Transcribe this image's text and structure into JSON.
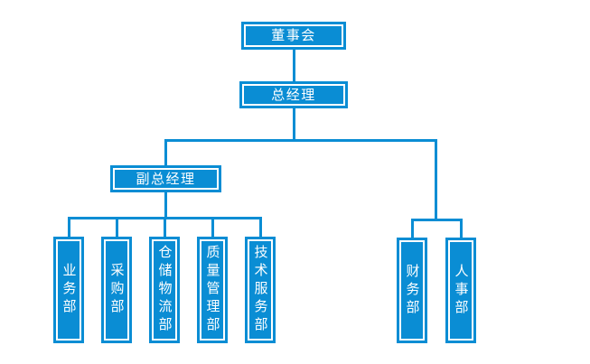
{
  "org": {
    "chart_type": "org-chart",
    "root": {
      "label": "董事会",
      "children": [
        {
          "label": "总经理",
          "children": [
            {
              "label": "副总经理",
              "children": [
                {
                  "label": "业务部"
                },
                {
                  "label": "采购部"
                },
                {
                  "label": "仓储物流部"
                },
                {
                  "label": "质量管理部"
                },
                {
                  "label": "技术服务部"
                }
              ]
            },
            {
              "label": "财务部"
            },
            {
              "label": "人事部"
            }
          ]
        }
      ]
    },
    "colors": {
      "node_fill": "#0a8dd4",
      "node_border": "#0a8dd4",
      "node_inner_border": "#ffffff",
      "node_text": "#ffffff",
      "connector": "#0a8dd4",
      "background": "#ffffff"
    }
  }
}
